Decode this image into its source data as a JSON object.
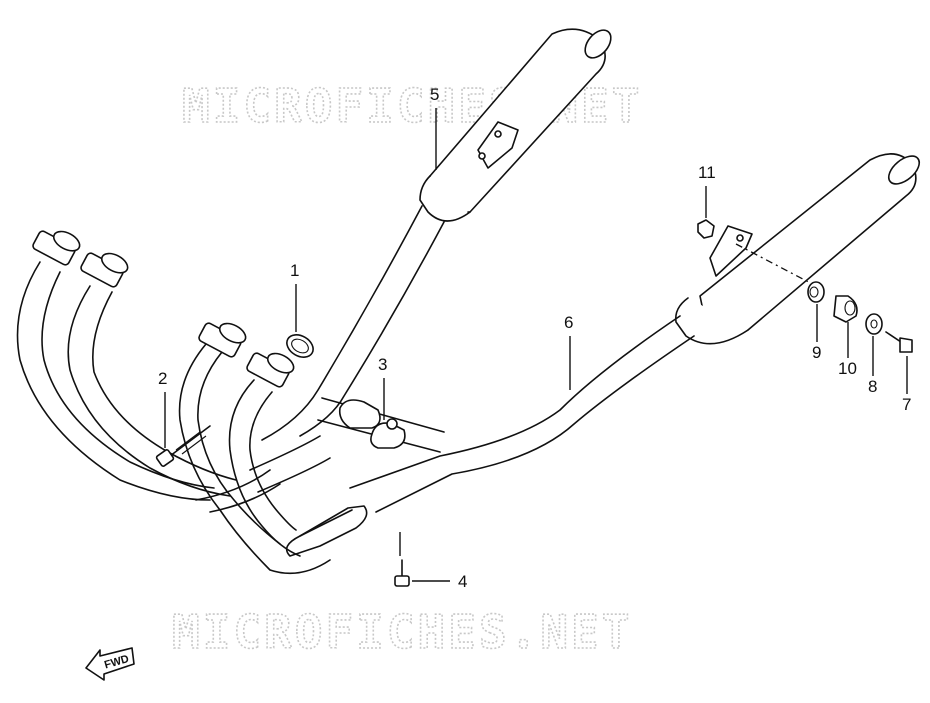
{
  "watermark": {
    "text_top": "MICROFICHES.NET",
    "text_bottom": "MICROFICHES.NET"
  },
  "direction_badge": {
    "label": "FWD"
  },
  "callouts": [
    {
      "id": "1",
      "label": "1"
    },
    {
      "id": "2",
      "label": "2"
    },
    {
      "id": "3",
      "label": "3"
    },
    {
      "id": "4",
      "label": "4"
    },
    {
      "id": "5",
      "label": "5"
    },
    {
      "id": "6",
      "label": "6"
    },
    {
      "id": "7",
      "label": "7"
    },
    {
      "id": "8",
      "label": "8"
    },
    {
      "id": "9",
      "label": "9"
    },
    {
      "id": "10",
      "label": "10"
    },
    {
      "id": "11",
      "label": "11"
    }
  ]
}
